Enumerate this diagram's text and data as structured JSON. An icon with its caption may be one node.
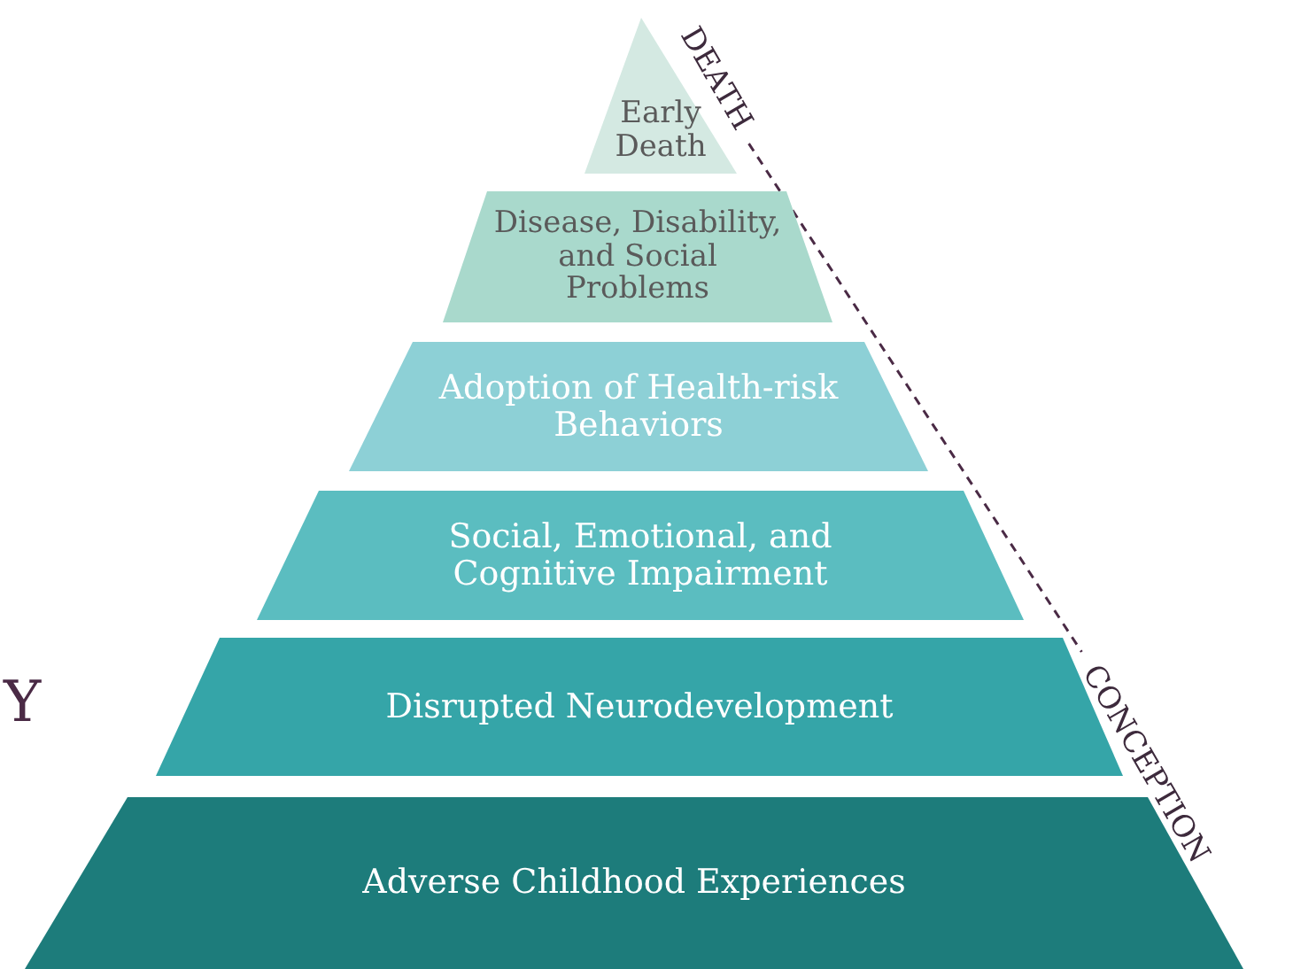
{
  "diagram": {
    "nodes": [
      {
        "text": [
          "Early Death"
        ]
      },
      {
        "text": [
          "Disease, Disability, and Social Problems"
        ]
      },
      {
        "text": [
          "Adoption of Health-risk Behaviors"
        ]
      },
      {
        "text": [
          "Social, Emotional, and Cognitive Impairment"
        ]
      },
      {
        "text": [
          "Disrupted Neurodevelopment"
        ]
      },
      {
        "text": [
          "Adverse Childhood Experiences"
        ]
      },
      {
        "text": [
          "DEATH"
        ]
      },
      {
        "text": [
          "CONCEPTION"
        ]
      }
    ],
    "edges": [
      {
        "from": 6,
        "to": 7,
        "arrow": "none",
        "style": "dashed"
      }
    ],
    "labels": [
      "Y"
    ]
  }
}
